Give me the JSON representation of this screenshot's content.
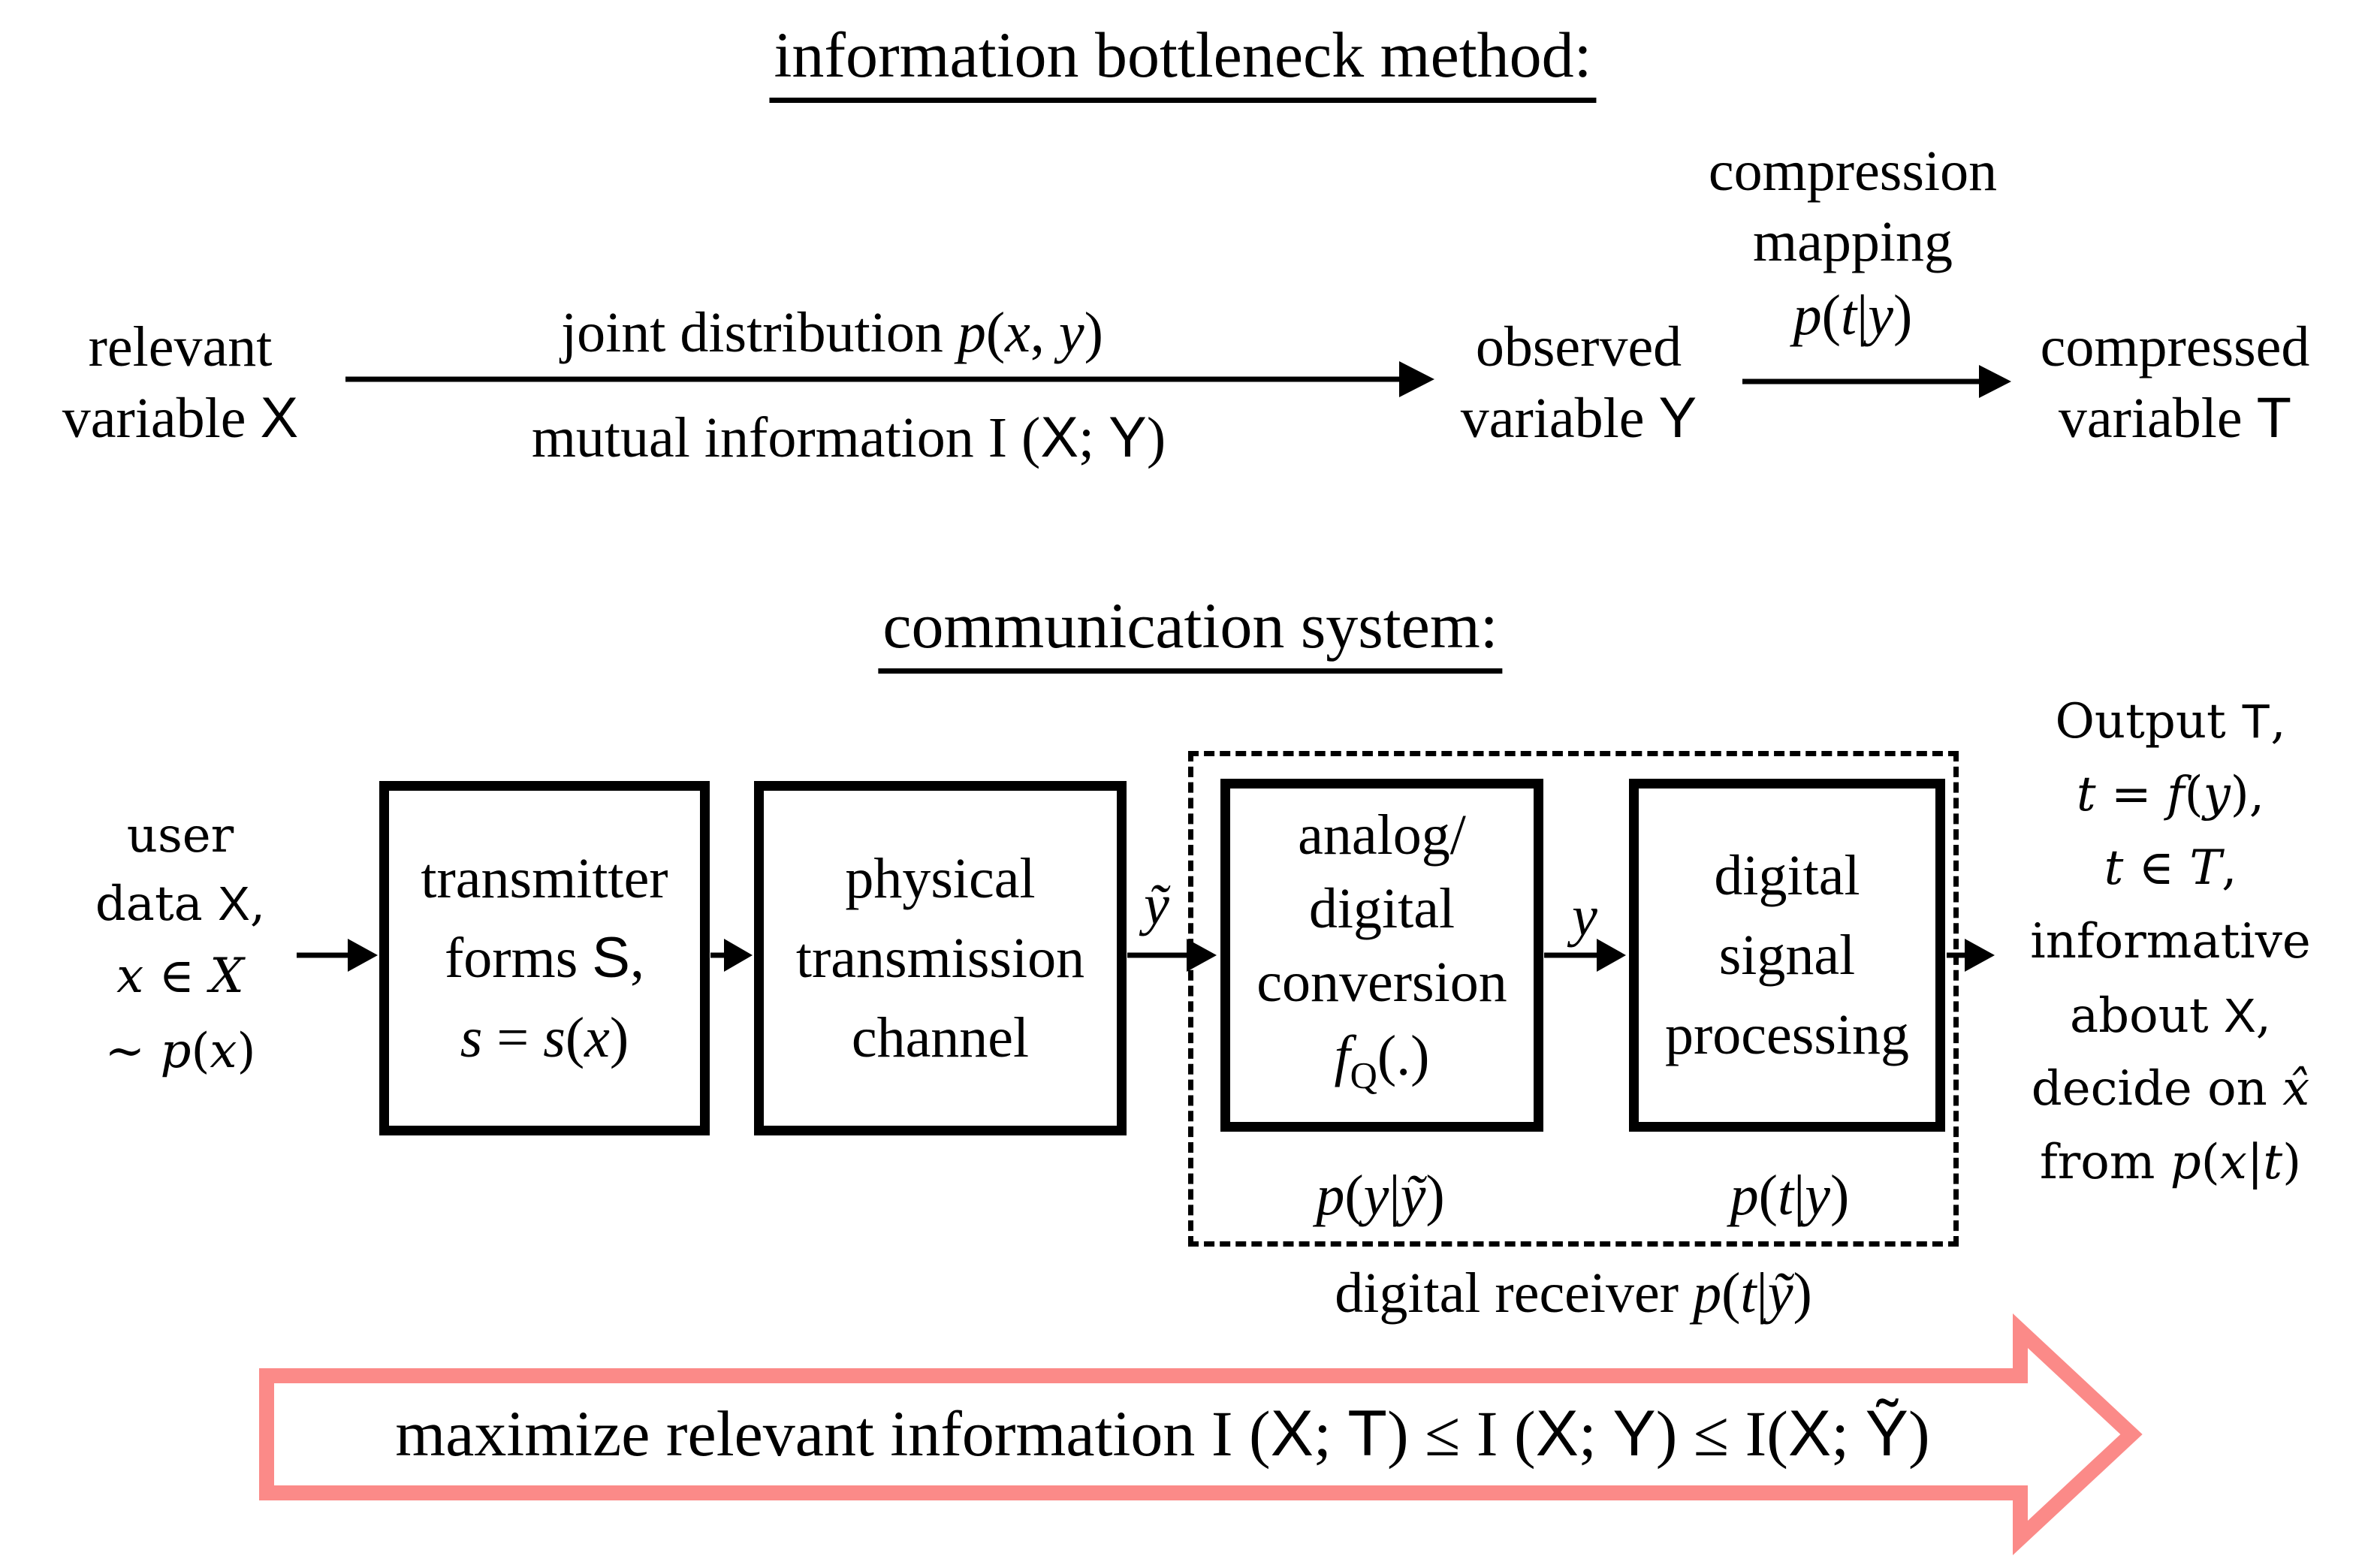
{
  "colors": {
    "arrow_pink": "#fb8a88",
    "ink": "#000000"
  },
  "ib": {
    "title": "information bottleneck method:",
    "relevant": {
      "line1": [
        {
          "t": "relevant",
          "s": "rm"
        }
      ],
      "line2": [
        {
          "t": "variable ",
          "s": "rm"
        },
        {
          "t": "X",
          "s": "sf"
        }
      ]
    },
    "arrow_top": [
      {
        "t": "joint distribution ",
        "s": "rm"
      },
      {
        "t": "p",
        "s": "it"
      },
      {
        "t": "(",
        "s": "rm"
      },
      {
        "t": "x",
        "s": "it"
      },
      {
        "t": ", ",
        "s": "rm"
      },
      {
        "t": "y",
        "s": "it"
      },
      {
        "t": ")",
        "s": "rm"
      }
    ],
    "arrow_bottom": [
      {
        "t": "mutual information I (",
        "s": "rm"
      },
      {
        "t": "X",
        "s": "sf"
      },
      {
        "t": "; ",
        "s": "rm"
      },
      {
        "t": "Y",
        "s": "sf"
      },
      {
        "t": ")",
        "s": "rm"
      }
    ],
    "observed": {
      "line1": [
        {
          "t": "observed",
          "s": "rm"
        }
      ],
      "line2": [
        {
          "t": "variable ",
          "s": "rm"
        },
        {
          "t": "Y",
          "s": "sf"
        }
      ]
    },
    "compression": {
      "line1": [
        {
          "t": "compression",
          "s": "rm"
        }
      ],
      "line2": [
        {
          "t": "mapping",
          "s": "rm"
        }
      ],
      "math": [
        {
          "t": "p",
          "s": "it"
        },
        {
          "t": "(",
          "s": "rm"
        },
        {
          "t": "t",
          "s": "it"
        },
        {
          "t": "|",
          "s": "rm"
        },
        {
          "t": "y",
          "s": "it"
        },
        {
          "t": ")",
          "s": "rm"
        }
      ]
    },
    "compressed": {
      "line1": [
        {
          "t": "compressed",
          "s": "rm"
        }
      ],
      "line2": [
        {
          "t": "variable ",
          "s": "rm"
        },
        {
          "t": "T",
          "s": "sf"
        }
      ]
    }
  },
  "cs": {
    "title": "communication system:",
    "input": {
      "lines": [
        [
          {
            "t": "user",
            "s": "rm"
          }
        ],
        [
          {
            "t": "data ",
            "s": "rm"
          },
          {
            "t": "X",
            "s": "sf"
          },
          {
            "t": ",",
            "s": "rm"
          }
        ],
        [
          {
            "t": "x",
            "s": "it"
          },
          {
            "t": " ∈ ",
            "s": "rm"
          },
          {
            "t": "X",
            "s": "scr"
          }
        ],
        [
          {
            "t": "∼ ",
            "s": "rm"
          },
          {
            "t": "p",
            "s": "it"
          },
          {
            "t": "(",
            "s": "rm"
          },
          {
            "t": "x",
            "s": "it"
          },
          {
            "t": ")",
            "s": "rm"
          }
        ]
      ]
    },
    "boxes": {
      "transmitter": [
        [
          {
            "t": "transmitter",
            "s": "rm"
          }
        ],
        [
          {
            "t": "forms ",
            "s": "rm"
          },
          {
            "t": "S",
            "s": "sf"
          },
          {
            "t": ",",
            "s": "rm"
          }
        ],
        [
          {
            "t": "s",
            "s": "it"
          },
          {
            "t": " = ",
            "s": "rm"
          },
          {
            "t": "s",
            "s": "it"
          },
          {
            "t": "(",
            "s": "rm"
          },
          {
            "t": "x",
            "s": "it"
          },
          {
            "t": ")",
            "s": "rm"
          }
        ]
      ],
      "channel": [
        [
          {
            "t": "physical",
            "s": "rm"
          }
        ],
        [
          {
            "t": "transmission",
            "s": "rm"
          }
        ],
        [
          {
            "t": "channel",
            "s": "rm"
          }
        ]
      ],
      "adc": [
        [
          {
            "t": "analog/",
            "s": "rm"
          }
        ],
        [
          {
            "t": "digital",
            "s": "rm"
          }
        ],
        [
          {
            "t": "conversion",
            "s": "rm"
          }
        ],
        [
          {
            "t": "f",
            "s": "it"
          },
          {
            "t": "Q",
            "s": "sub"
          },
          {
            "t": "(.)",
            "s": "rm"
          }
        ]
      ],
      "dsp": [
        [
          {
            "t": "digital",
            "s": "rm"
          }
        ],
        [
          {
            "t": "signal",
            "s": "rm"
          }
        ],
        [
          {
            "t": "processing",
            "s": "rm"
          }
        ]
      ]
    },
    "signals": {
      "ytilde": [
        {
          "t": "ỹ",
          "s": "it"
        }
      ],
      "y": [
        {
          "t": "y",
          "s": "it"
        }
      ]
    },
    "under": {
      "adc": [
        {
          "t": "p",
          "s": "it"
        },
        {
          "t": "(",
          "s": "rm"
        },
        {
          "t": "y",
          "s": "it"
        },
        {
          "t": "|",
          "s": "rm"
        },
        {
          "t": "ỹ",
          "s": "it"
        },
        {
          "t": ")",
          "s": "rm"
        }
      ],
      "dsp": [
        {
          "t": "p",
          "s": "it"
        },
        {
          "t": "(",
          "s": "rm"
        },
        {
          "t": "t",
          "s": "it"
        },
        {
          "t": "|",
          "s": "rm"
        },
        {
          "t": "y",
          "s": "it"
        },
        {
          "t": ")",
          "s": "rm"
        }
      ]
    },
    "receiver_caption": [
      {
        "t": "digital receiver ",
        "s": "rm"
      },
      {
        "t": "p",
        "s": "it"
      },
      {
        "t": "(",
        "s": "rm"
      },
      {
        "t": "t",
        "s": "it"
      },
      {
        "t": "|",
        "s": "rm"
      },
      {
        "t": "ỹ",
        "s": "it"
      },
      {
        "t": ")",
        "s": "rm"
      }
    ],
    "output": {
      "lines": [
        [
          {
            "t": "Output ",
            "s": "rm"
          },
          {
            "t": "T",
            "s": "sf"
          },
          {
            "t": ",",
            "s": "rm"
          }
        ],
        [
          {
            "t": "t",
            "s": "it"
          },
          {
            "t": " = ",
            "s": "rm"
          },
          {
            "t": "f",
            "s": "it"
          },
          {
            "t": "(",
            "s": "rm"
          },
          {
            "t": "y",
            "s": "it"
          },
          {
            "t": "),",
            "s": "rm"
          }
        ],
        [
          {
            "t": "t",
            "s": "it"
          },
          {
            "t": " ∈ ",
            "s": "rm"
          },
          {
            "t": "T",
            "s": "scr"
          },
          {
            "t": ",",
            "s": "rm"
          }
        ],
        [
          {
            "t": "informative",
            "s": "rm"
          }
        ],
        [
          {
            "t": "about ",
            "s": "rm"
          },
          {
            "t": "X",
            "s": "sf"
          },
          {
            "t": ",",
            "s": "rm"
          }
        ],
        [
          {
            "t": "decide on ",
            "s": "rm"
          },
          {
            "t": "x̂",
            "s": "it"
          }
        ],
        [
          {
            "t": "from ",
            "s": "rm"
          },
          {
            "t": "p",
            "s": "it"
          },
          {
            "t": "(",
            "s": "rm"
          },
          {
            "t": "x",
            "s": "it"
          },
          {
            "t": "|",
            "s": "rm"
          },
          {
            "t": "t",
            "s": "it"
          },
          {
            "t": ")",
            "s": "rm"
          }
        ]
      ]
    }
  },
  "banner": {
    "text": [
      {
        "t": "maximize relevant information I (",
        "s": "rm"
      },
      {
        "t": "X",
        "s": "sf"
      },
      {
        "t": "; ",
        "s": "rm"
      },
      {
        "t": "T",
        "s": "sf"
      },
      {
        "t": ") ≤ I (",
        "s": "rm"
      },
      {
        "t": "X",
        "s": "sf"
      },
      {
        "t": "; ",
        "s": "rm"
      },
      {
        "t": "Y",
        "s": "sf"
      },
      {
        "t": ") ≤ I(",
        "s": "rm"
      },
      {
        "t": "X",
        "s": "sf"
      },
      {
        "t": "; ",
        "s": "rm"
      },
      {
        "t": "Ỹ",
        "s": "sf"
      },
      {
        "t": ")",
        "s": "rm"
      }
    ]
  }
}
